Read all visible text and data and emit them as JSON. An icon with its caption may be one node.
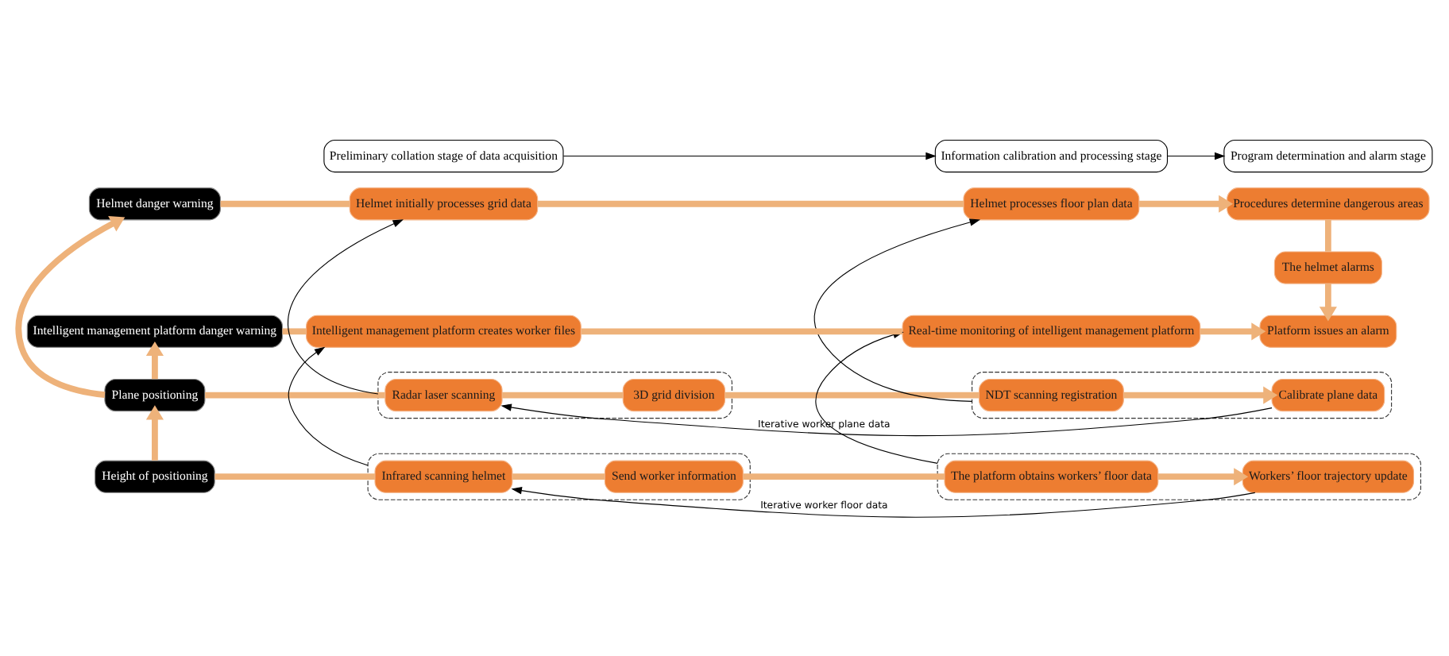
{
  "diagram": {
    "nodes": [
      {
        "text": [
          "Helmet danger warning"
        ]
      },
      {
        "text": [
          "Plane positioning"
        ]
      },
      {
        "text": [
          "Height of positioning"
        ]
      },
      {
        "text": [
          "Intelligent management platform danger warning"
        ]
      },
      {
        "text": [
          "Helmet initially processes grid data"
        ]
      },
      {
        "text": [
          "Helmet processes floor plan data"
        ]
      },
      {
        "text": [
          "Procedures determine dangerous areas"
        ]
      },
      {
        "text": [],
        "shape": "box"
      },
      {
        "text": [
          "Radar laser scanning"
        ],
        "in": 7
      },
      {
        "text": [
          "3D grid division"
        ],
        "in": 7
      },
      {
        "text": [],
        "shape": "box"
      },
      {
        "text": [
          "NDT scanning registration"
        ],
        "in": 10
      },
      {
        "text": [
          "Calibrate plane data"
        ],
        "in": 10
      },
      {
        "text": [
          "The helmet alarms"
        ]
      },
      {
        "text": [],
        "shape": "box"
      },
      {
        "text": [
          "Infrared scanning helmet"
        ],
        "in": 14
      },
      {
        "text": [
          "Send worker information"
        ],
        "in": 14
      },
      {
        "text": [],
        "shape": "box"
      },
      {
        "text": [
          "The platform obtains workers’ floor data"
        ],
        "in": 17
      },
      {
        "text": [
          "Workers’ floor trajectory update"
        ],
        "in": 17
      },
      {
        "text": [
          "Intelligent management platform creates worker files"
        ]
      },
      {
        "text": [
          "Real-time monitoring of intelligent management platform"
        ]
      },
      {
        "text": [
          "Platform issues an alarm"
        ]
      },
      {
        "text": [
          "Preliminary collation stage of data acquisition"
        ]
      },
      {
        "text": [
          "Information calibration and processing stage"
        ]
      },
      {
        "text": [
          "Program determination and alarm stage"
        ]
      }
    ],
    "edges": [
      {
        "from": 1,
        "to": 0,
        "arrow": "to"
      },
      {
        "from": 2,
        "to": 1,
        "arrow": "to"
      },
      {
        "from": 1,
        "to": 3,
        "arrow": "to"
      },
      {
        "from": 0,
        "to": 4,
        "arrow": "none"
      },
      {
        "from": 4,
        "to": 5,
        "arrow": "none"
      },
      {
        "from": 5,
        "to": 6,
        "arrow": "to"
      },
      {
        "from": 1,
        "to": 8,
        "arrow": "none"
      },
      {
        "from": 8,
        "to": 9,
        "arrow": "none"
      },
      {
        "from": 9,
        "to": 11,
        "arrow": "none"
      },
      {
        "from": 11,
        "to": 12,
        "arrow": "to"
      },
      {
        "from": 2,
        "to": 15,
        "arrow": "none"
      },
      {
        "from": 15,
        "to": 16,
        "arrow": "none"
      },
      {
        "from": 16,
        "to": 18,
        "arrow": "none"
      },
      {
        "from": 18,
        "to": 19,
        "arrow": "to"
      },
      {
        "from": 3,
        "to": 20,
        "arrow": "none"
      },
      {
        "from": 20,
        "to": 21,
        "arrow": "none"
      },
      {
        "from": 21,
        "to": 22,
        "arrow": "to"
      },
      {
        "from": 6,
        "to": 13,
        "arrow": "none"
      },
      {
        "from": 13,
        "to": 22,
        "arrow": "to"
      },
      {
        "from": 7,
        "to": 4,
        "arrow": "to",
        "color": "#000000"
      },
      {
        "from": 12,
        "to": 8,
        "arrow": "to",
        "label": "Iterative worker plane data",
        "color": "#000000"
      },
      {
        "from": 10,
        "to": 5,
        "arrow": "to",
        "color": "#000000"
      },
      {
        "from": 19,
        "to": 15,
        "arrow": "to",
        "label": "Iterative worker floor data",
        "color": "#000000"
      },
      {
        "from": 14,
        "to": 20,
        "arrow": "to",
        "color": "#000000"
      },
      {
        "from": 17,
        "to": 21,
        "arrow": "to",
        "color": "#000000"
      },
      {
        "from": 23,
        "to": 24,
        "arrow": "to",
        "color": "#000000"
      },
      {
        "from": 24,
        "to": 25,
        "arrow": "to",
        "color": "#000000"
      }
    ]
  }
}
